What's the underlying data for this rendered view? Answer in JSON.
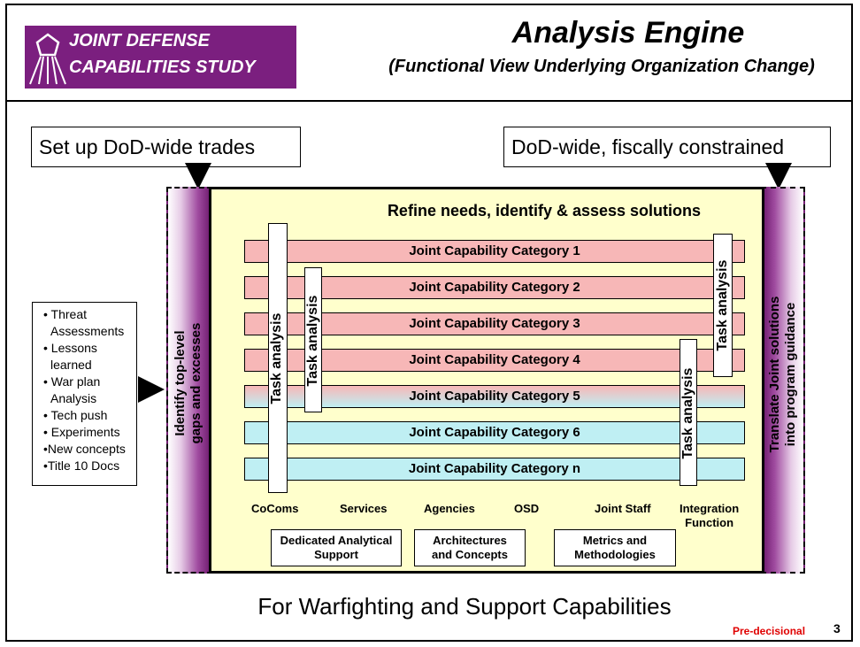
{
  "header": {
    "logo_line1": "JOINT DEFENSE",
    "logo_line2": "CAPABILITIES STUDY",
    "title": "Analysis Engine",
    "subtitle": "(Functional View Underlying Organization Change)"
  },
  "callouts": {
    "left": "Set up DoD-wide trades",
    "right": "DoD-wide, fiscally constrained"
  },
  "left_bar_text": [
    "Identify top-level",
    "gaps and excesses"
  ],
  "right_bar_text": [
    "Translate Joint solutions",
    "into program guidance"
  ],
  "inputs": [
    "• Threat",
    "  Assessments",
    "• Lessons",
    "  learned",
    "• War plan",
    "  Analysis",
    "• Tech push",
    "• Experiments",
    "•New concepts",
    "•Title 10 Docs"
  ],
  "main": {
    "heading": "Refine needs, identify & assess solutions",
    "categories": [
      "Joint Capability Category 1",
      "Joint Capability Category 2",
      "Joint Capability Category 3",
      "Joint Capability Category 4",
      "Joint Capability Category 5",
      "Joint Capability Category 6",
      "Joint Capability Category n"
    ],
    "task_label": "Task  analysis",
    "orgs": [
      "CoComs",
      "Services",
      "Agencies",
      "OSD",
      "Joint Staff"
    ],
    "integration": [
      "Integration",
      "Function"
    ],
    "support": [
      [
        "Dedicated Analytical",
        "Support"
      ],
      [
        "Architectures",
        "and Concepts"
      ],
      [
        "Metrics and",
        "Methodologies"
      ]
    ]
  },
  "footer": {
    "caption": "For Warfighting and Support Capabilities",
    "classification": "Pre-decisional",
    "page_number": "3"
  },
  "colors": {
    "purple": "#7b1f7f",
    "pink": "#f7b7b7",
    "cyan": "#bfeff3",
    "yellow": "#ffffcc",
    "red_text": "#e00000"
  }
}
